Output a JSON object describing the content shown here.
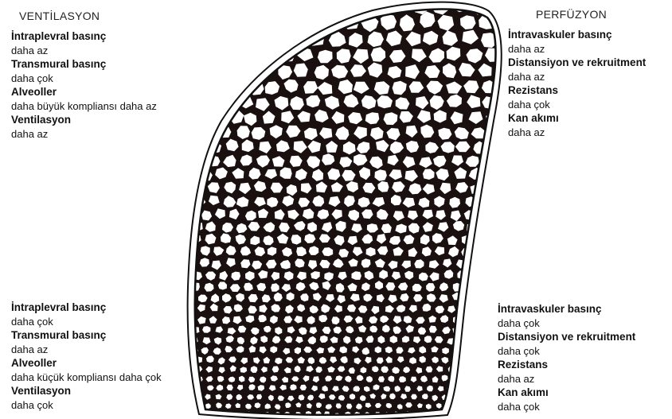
{
  "ventilation": {
    "title": "VENTİLASYON",
    "top": [
      {
        "term": "İntraplevral basınç",
        "value": "daha az"
      },
      {
        "term": "Transmural basınç",
        "value": "daha  çok"
      },
      {
        "term": "Alveoller",
        "value": "daha büyük kompliansı daha az"
      },
      {
        "term": "Ventilasyon",
        "value": "daha az"
      }
    ],
    "bottom": [
      {
        "term": "İntraplevral basınç",
        "value": "daha  çok"
      },
      {
        "term": "Transmural basınç",
        "value": "daha az"
      },
      {
        "term": "Alveoller",
        "value": "daha küçük kompliansı daha çok"
      },
      {
        "term": "Ventilasyon",
        "value": "daha çok"
      }
    ]
  },
  "perfusion": {
    "title": "PERFÜZYON",
    "top": [
      {
        "term": "İntravaskuler basınç",
        "value": "daha az"
      },
      {
        "term": "Distansiyon ve rekruitment",
        "value": "daha az"
      },
      {
        "term": "Rezistans",
        "value": "daha  çok"
      },
      {
        "term": "Kan akımı",
        "value": "daha az"
      }
    ],
    "bottom": [
      {
        "term": "İntravaskuler basınç",
        "value": "daha  çok"
      },
      {
        "term": "Distansiyon ve rekruitment",
        "value": "daha  çok"
      },
      {
        "term": "Rezistans",
        "value": "daha az"
      },
      {
        "term": "Kan akımı",
        "value": "daha  çok"
      }
    ]
  },
  "colors": {
    "outline": "#111111",
    "cell_fill": "#ffffff",
    "cell_wall": "#1a1010"
  }
}
